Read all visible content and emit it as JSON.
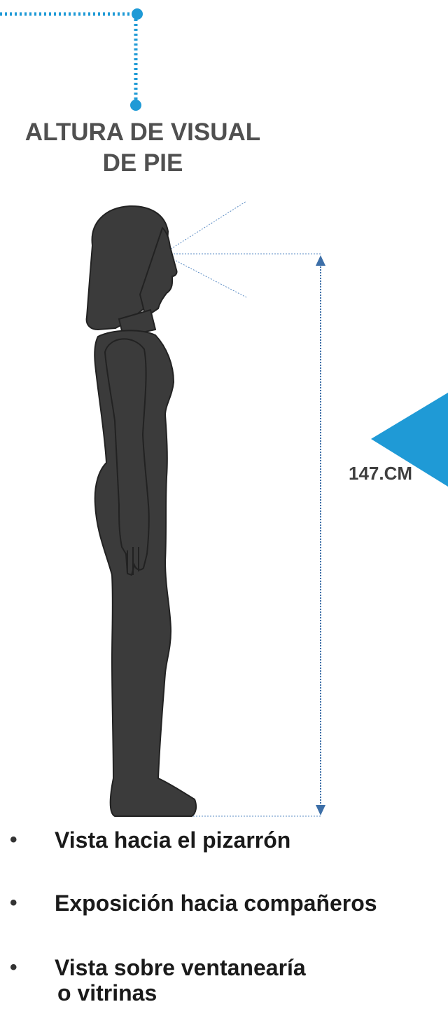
{
  "title": {
    "line1": "ALTURA DE VISUAL",
    "line2": "DE PIE"
  },
  "measurement": {
    "label": "147.CM"
  },
  "bullets": [
    {
      "text": "Vista hacia el pizarrón"
    },
    {
      "text": "Exposición hacia compañeros"
    },
    {
      "line1": "Vista sobre ventanearía",
      "line2": "o vitrinas"
    }
  ],
  "colors": {
    "accent_blue": "#1f9ad6",
    "figure_fill": "#3b3b3b",
    "figure_outline": "#2a2a2a",
    "measure_line": "#3d6fa8",
    "text_gray": "#505050"
  }
}
